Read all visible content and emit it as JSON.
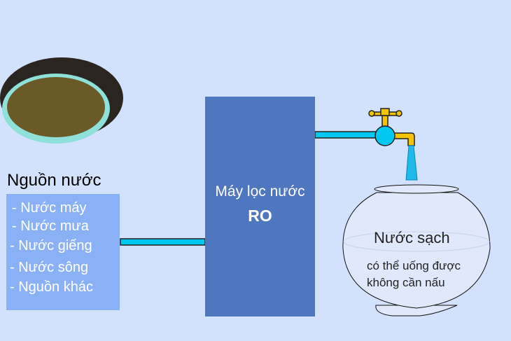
{
  "source": {
    "title": "Nguồn nước",
    "items": [
      "- Nước máy",
      "- Nước mưa",
      "- Nước giếng",
      "- Nước sông",
      "- Nguồn khác"
    ]
  },
  "filter": {
    "line1": "Máy lọc nước",
    "line2": "RO"
  },
  "output": {
    "title": "Nước sạch",
    "lines": [
      "có thể uống được",
      "không cần nấu"
    ]
  },
  "colors": {
    "background": "#d2e1fc",
    "filter_box": "#4f77bf",
    "source_box": "#8ab1f5",
    "pipe": "#00c8f0",
    "faucet": "#f5c400"
  }
}
